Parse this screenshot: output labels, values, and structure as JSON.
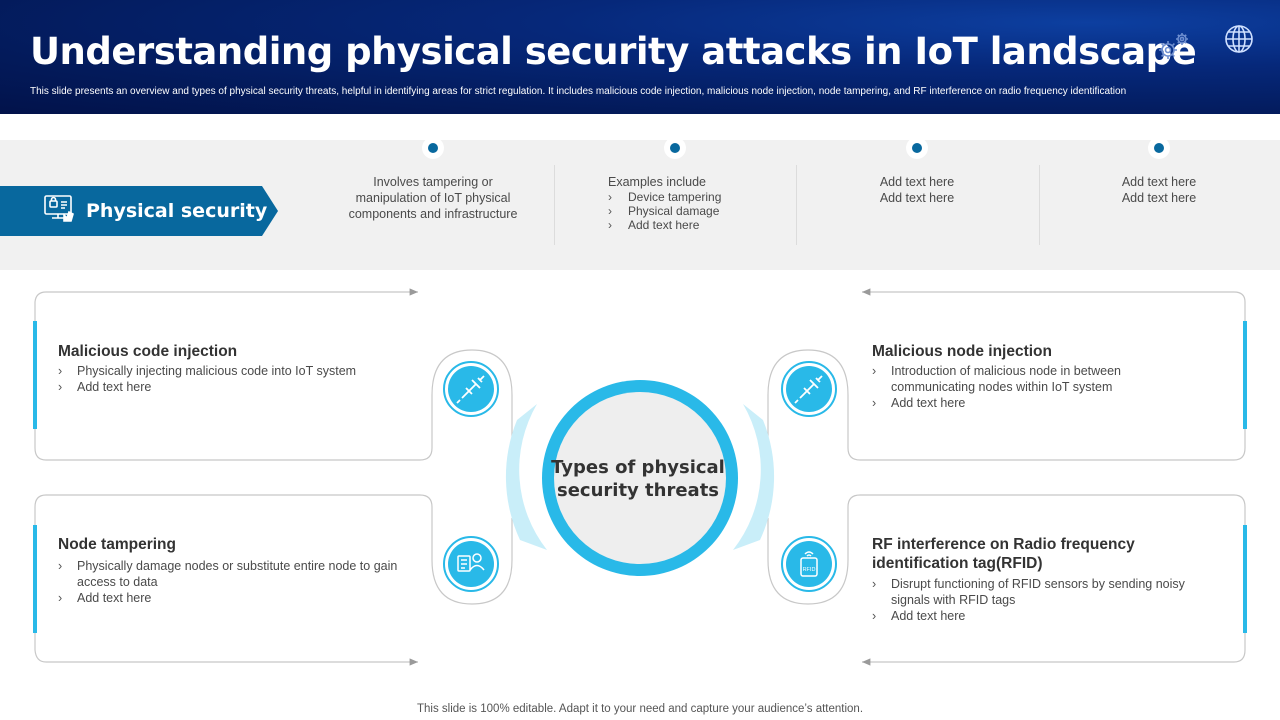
{
  "header": {
    "title": "Understanding physical security attacks in IoT landscape",
    "subtitle": "This slide presents an overview and types of physical security threats, helpful in identifying areas for strict regulation. It includes malicious  code injection, malicious node injection, node tampering,  and RF interference on radio frequency identification",
    "icons": [
      "gears-icon",
      "globe-icon"
    ]
  },
  "physical_security": {
    "label": "Physical security",
    "icon": "computer-security-icon",
    "columns": [
      {
        "lines": [
          "Involves  tampering or",
          "manipulation of IoT physical",
          "components and infrastructure"
        ]
      },
      {
        "heading": "Examples include",
        "bullets": [
          "Device tampering",
          "Physical damage",
          "Add text here"
        ]
      },
      {
        "lines": [
          "Add text here",
          "Add text here"
        ]
      },
      {
        "lines": [
          "Add text here",
          "Add text here"
        ]
      }
    ]
  },
  "center": {
    "lines": [
      "Types of physical",
      "security threats"
    ]
  },
  "threats": [
    {
      "title": "Malicious code injection",
      "icon": "syringe-icon",
      "bullets": [
        "Physically injecting malicious code into IoT system",
        "Add text here"
      ]
    },
    {
      "title": "Malicious node injection",
      "icon": "syringe-icon",
      "bullets": [
        "Introduction of malicious node in between communicating nodes within IoT system",
        "Add text here"
      ]
    },
    {
      "title": "Node tampering",
      "icon": "user-document-icon",
      "bullets": [
        "Physically damage nodes or substitute entire node to gain access to data",
        "Add text here"
      ]
    },
    {
      "title": "RF interference  on Radio frequency identification tag(RFID)",
      "icon": "rfid-tag-icon",
      "bullets": [
        "Disrupt functioning of RFID sensors by sending noisy signals with RFID tags",
        "Add text here"
      ]
    }
  ],
  "footer": "This slide is 100% editable. Adapt it to your need and capture your audience’s attention.",
  "colors": {
    "header_dark": "#02124a",
    "header_mid": "#06287a",
    "accent_blue": "#08689e",
    "cyan": "#29b9e8",
    "light_cyan": "#c9eef9",
    "band_gray": "#f1f1f1"
  }
}
